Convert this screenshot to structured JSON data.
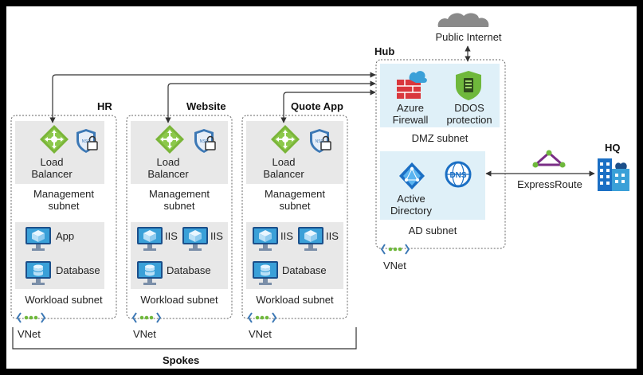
{
  "spokes": [
    {
      "title": "HR",
      "lb_label": "Load\nBalancer",
      "mgmt_label": "Management\nsubnet",
      "workloads": [
        "App",
        "Database"
      ],
      "workload_subnet": "Workload subnet",
      "vnet": "VNet"
    },
    {
      "title": "Website",
      "lb_label": "Load\nBalancer",
      "mgmt_label": "Management\nsubnet",
      "workloads": [
        "IIS",
        "IIS",
        "Database"
      ],
      "workload_subnet": "Workload subnet",
      "vnet": "VNet"
    },
    {
      "title": "Quote App",
      "lb_label": "Load\nBalancer",
      "mgmt_label": "Management\nsubnet",
      "workloads": [
        "IIS",
        "IIS",
        "Database"
      ],
      "workload_subnet": "Workload subnet",
      "vnet": "VNet"
    }
  ],
  "spokes_label": "Spokes",
  "hub": {
    "title": "Hub",
    "firewall": "Azure\nFirewall",
    "ddos": "DDOS\nprotection",
    "dmz_subnet": "DMZ subnet",
    "ad": "Active\nDirectory",
    "ad_subnet": "AD subnet",
    "vnet": "VNet"
  },
  "public_internet": "Public Internet",
  "expressroute": "ExpressRoute",
  "hq": "HQ",
  "nsg_badge": "NSG",
  "dns_badge": "DNS",
  "colors": {
    "subnet_bg": "#e8e8e8",
    "hub_subnet_bg": "#dff0f8",
    "vm_blue": "#3aa0d8",
    "lb_green": "#7ab539",
    "fw_red": "#d9383d",
    "nsg_blue": "#3c78b5",
    "er_purple": "#7a2d86",
    "vnet_green": "#6fb83c"
  }
}
